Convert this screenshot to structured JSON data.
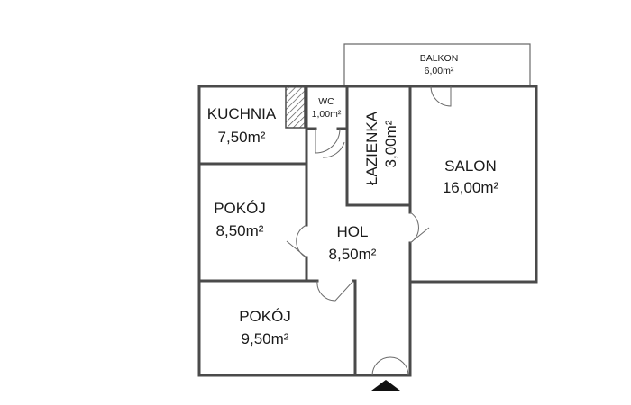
{
  "rooms": {
    "balkon": {
      "name": "BALKON",
      "area": "6,00m²"
    },
    "kuchnia": {
      "name": "KUCHNIA",
      "area": "7,50m²"
    },
    "wc": {
      "name": "WC",
      "area": "1,00m²"
    },
    "lazienka": {
      "name": "ŁAZIENKA",
      "area": "3,00m²"
    },
    "salon": {
      "name": "SALON",
      "area": "16,00m²"
    },
    "pokoj1": {
      "name": "POKÓJ",
      "area": "8,50m²"
    },
    "hol": {
      "name": "HOL",
      "area": "8,50m²"
    },
    "pokoj2": {
      "name": "POKÓJ",
      "area": "9,50m²"
    }
  },
  "colors": {
    "wall": "#4a4a4a",
    "entrance_marker": "#111111",
    "chimney_hatch": "#555555"
  },
  "icons": {
    "entrance": "entrance-triangle-icon",
    "chimney": "chimney-hatch-icon"
  }
}
